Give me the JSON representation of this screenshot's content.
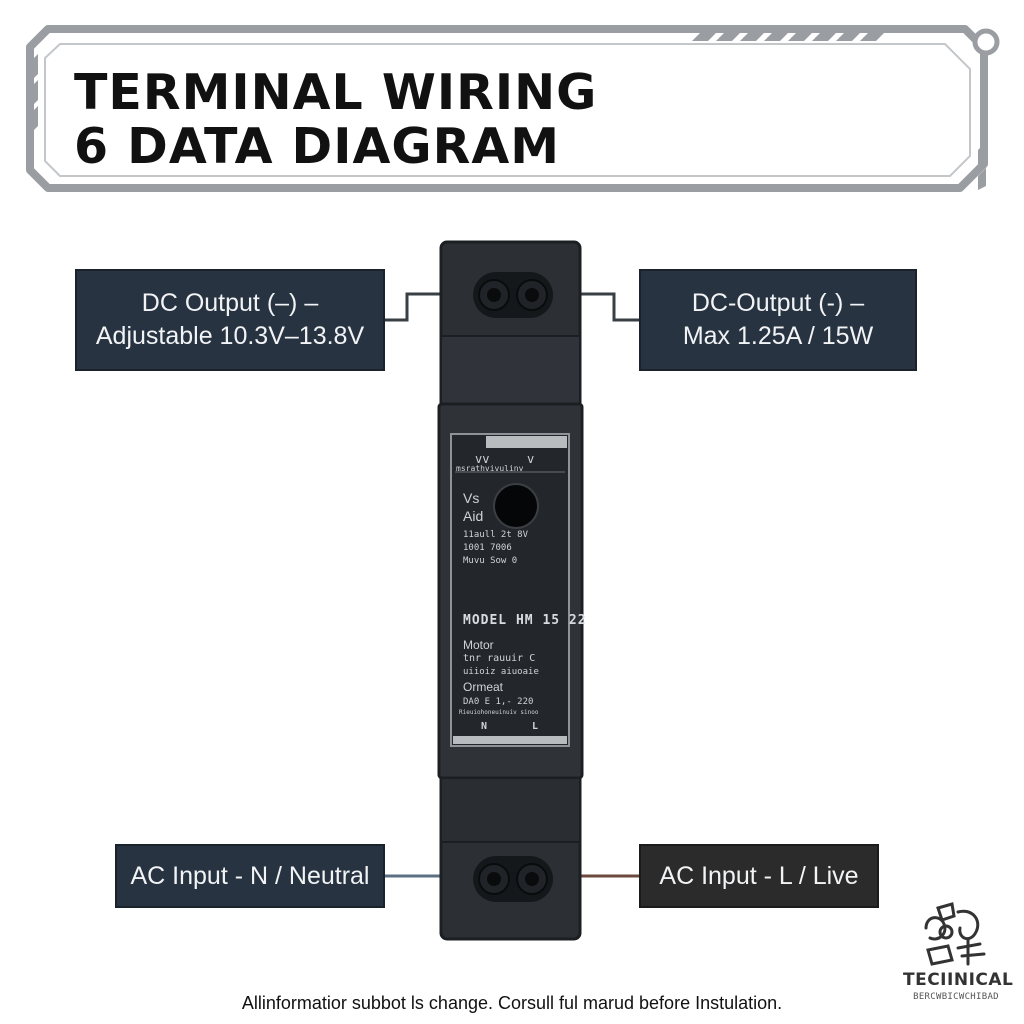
{
  "title": {
    "line1": "TERMINAL WIRING",
    "line2": "6 DATA DIAGRAM"
  },
  "callouts": {
    "dc_out_left": {
      "line1": "DC Output (–) –",
      "line2": "Adjustable 10.3V–13.8V"
    },
    "dc_out_right": {
      "line1": "DC-Output (-) –",
      "line2": "Max 1.25A / 15W"
    },
    "ac_in_left": {
      "text": "AC Input - N / Neutral"
    },
    "ac_in_right": {
      "text": "AC Input - L / Live"
    }
  },
  "device_label": {
    "top_marks": [
      "vv",
      "v"
    ],
    "header_small": "msrathvivulinv",
    "vs": "Vs",
    "aid": "Aid",
    "spec_lines": [
      "11aull 2t 8V",
      "1001 7006",
      "Muvu Sow 0"
    ],
    "model": "MODEL HM 15 22",
    "motor": "Motor",
    "desc_lines": [
      "tnr rauuir C",
      "uiioiz aiuoaie"
    ],
    "ormeat": "Ormeat",
    "rating": "DA0 E 1,- 220",
    "fine_print": "Rieuiohoneuinuiv sinoo",
    "bottom_marks": [
      "N",
      "L"
    ]
  },
  "disclaimer": "Allinformatior subbot ls change. Corsull ful marud before Instulation.",
  "logo": {
    "name": "TECIINICAL",
    "subtitle": "BERCWBICWCHIBAD"
  }
}
